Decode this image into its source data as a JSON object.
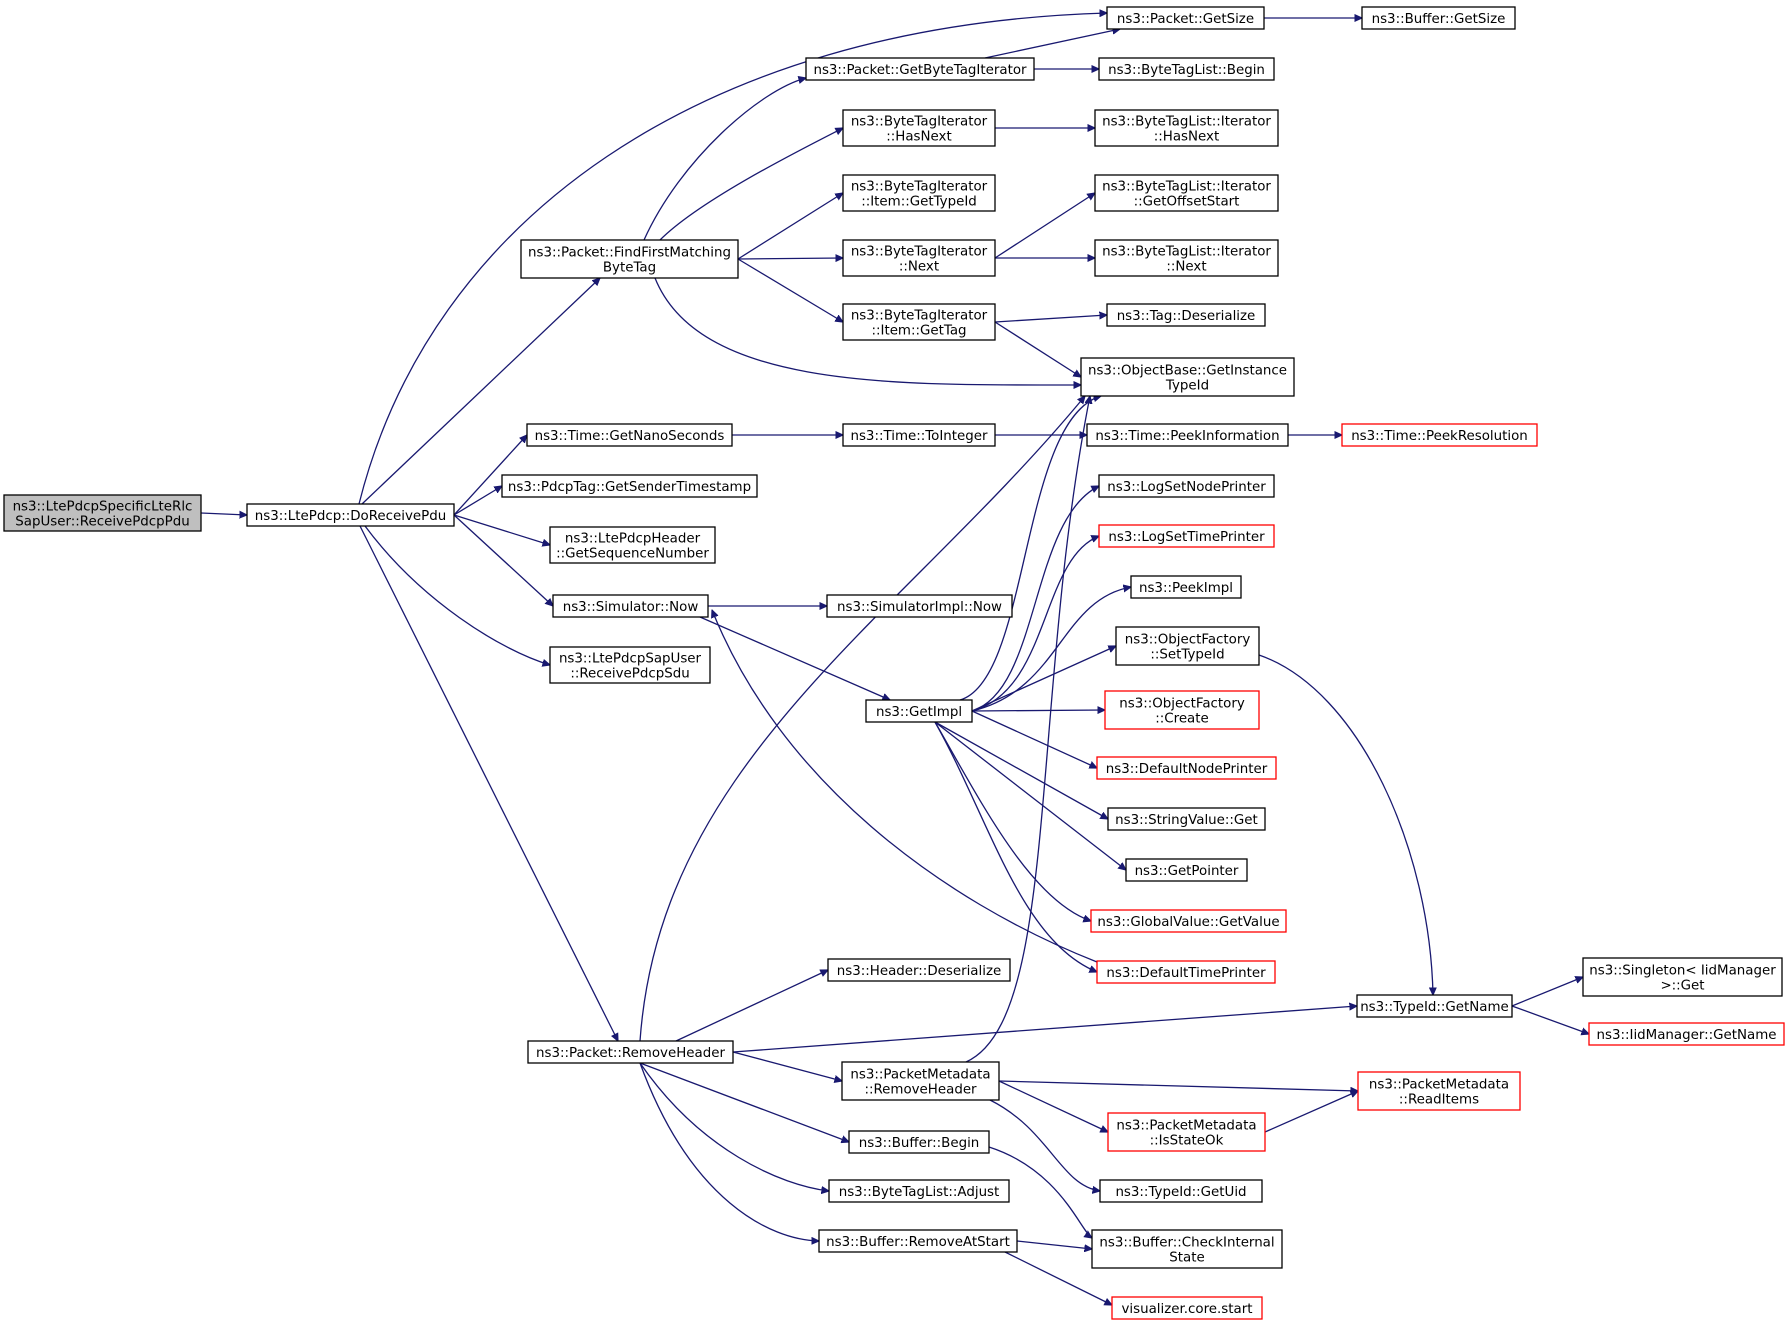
{
  "nodes": [
    {
      "id": "root",
      "lines": [
        "ns3::LtePdcpSpecificLteRlc",
        "SapUser::ReceivePdcpPdu"
      ],
      "style": "root"
    },
    {
      "id": "doReceivePdu",
      "lines": [
        "ns3::LtePdcp::DoReceivePdu"
      ],
      "style": "normal"
    },
    {
      "id": "packetGetSize",
      "lines": [
        "ns3::Packet::GetSize"
      ],
      "style": "normal"
    },
    {
      "id": "bufferGetSize",
      "lines": [
        "ns3::Buffer::GetSize"
      ],
      "style": "normal"
    },
    {
      "id": "getByteTagIterator",
      "lines": [
        "ns3::Packet::GetByteTagIterator"
      ],
      "style": "normal"
    },
    {
      "id": "byteTagListBegin",
      "lines": [
        "ns3::ByteTagList::Begin"
      ],
      "style": "normal"
    },
    {
      "id": "btiHasNext",
      "lines": [
        "ns3::ByteTagIterator",
        "::HasNext"
      ],
      "style": "normal"
    },
    {
      "id": "btlIterHasNext",
      "lines": [
        "ns3::ByteTagList::Iterator",
        "::HasNext"
      ],
      "style": "normal"
    },
    {
      "id": "btiItemGetTypeId",
      "lines": [
        "ns3::ByteTagIterator",
        "::Item::GetTypeId"
      ],
      "style": "normal"
    },
    {
      "id": "btlIterGetOffsetStart",
      "lines": [
        "ns3::ByteTagList::Iterator",
        "::GetOffsetStart"
      ],
      "style": "normal"
    },
    {
      "id": "findFirstMatching",
      "lines": [
        "ns3::Packet::FindFirstMatching",
        "ByteTag"
      ],
      "style": "normal"
    },
    {
      "id": "btiNext",
      "lines": [
        "ns3::ByteTagIterator",
        "::Next"
      ],
      "style": "normal"
    },
    {
      "id": "btlIterNext",
      "lines": [
        "ns3::ByteTagList::Iterator",
        "::Next"
      ],
      "style": "normal"
    },
    {
      "id": "btiItemGetTag",
      "lines": [
        "ns3::ByteTagIterator",
        "::Item::GetTag"
      ],
      "style": "normal"
    },
    {
      "id": "tagDeserialize",
      "lines": [
        "ns3::Tag::Deserialize"
      ],
      "style": "normal"
    },
    {
      "id": "getInstanceTypeId",
      "lines": [
        "ns3::ObjectBase::GetInstance",
        "TypeId"
      ],
      "style": "normal"
    },
    {
      "id": "timeGetNanoSeconds",
      "lines": [
        "ns3::Time::GetNanoSeconds"
      ],
      "style": "normal"
    },
    {
      "id": "timeToInteger",
      "lines": [
        "ns3::Time::ToInteger"
      ],
      "style": "normal"
    },
    {
      "id": "timePeekInformation",
      "lines": [
        "ns3::Time::PeekInformation"
      ],
      "style": "normal"
    },
    {
      "id": "timePeekResolution",
      "lines": [
        "ns3::Time::PeekResolution"
      ],
      "style": "red"
    },
    {
      "id": "pdcpTagGetSenderTimestamp",
      "lines": [
        "ns3::PdcpTag::GetSenderTimestamp"
      ],
      "style": "normal"
    },
    {
      "id": "logSetNodePrinter",
      "lines": [
        "ns3::LogSetNodePrinter"
      ],
      "style": "normal"
    },
    {
      "id": "ltePdcpHeaderGetSeq",
      "lines": [
        "ns3::LtePdcpHeader",
        "::GetSequenceNumber"
      ],
      "style": "normal"
    },
    {
      "id": "logSetTimePrinter",
      "lines": [
        "ns3::LogSetTimePrinter"
      ],
      "style": "red"
    },
    {
      "id": "peekImpl",
      "lines": [
        "ns3::PeekImpl"
      ],
      "style": "normal"
    },
    {
      "id": "simulatorNow",
      "lines": [
        "ns3::Simulator::Now"
      ],
      "style": "normal"
    },
    {
      "id": "simulatorImplNow",
      "lines": [
        "ns3::SimulatorImpl::Now"
      ],
      "style": "normal"
    },
    {
      "id": "objectFactorySetTypeId",
      "lines": [
        "ns3::ObjectFactory",
        "::SetTypeId"
      ],
      "style": "normal"
    },
    {
      "id": "ltePdcpSapUserReceivePdcpSdu",
      "lines": [
        "ns3::LtePdcpSapUser",
        "::ReceivePdcpSdu"
      ],
      "style": "normal"
    },
    {
      "id": "getImpl",
      "lines": [
        "ns3::GetImpl"
      ],
      "style": "normal"
    },
    {
      "id": "objectFactoryCreate",
      "lines": [
        "ns3::ObjectFactory",
        "::Create"
      ],
      "style": "red"
    },
    {
      "id": "defaultNodePrinter",
      "lines": [
        "ns3::DefaultNodePrinter"
      ],
      "style": "red"
    },
    {
      "id": "stringValueGet",
      "lines": [
        "ns3::StringValue::Get"
      ],
      "style": "normal"
    },
    {
      "id": "getPointer",
      "lines": [
        "ns3::GetPointer"
      ],
      "style": "normal"
    },
    {
      "id": "globalValueGetValue",
      "lines": [
        "ns3::GlobalValue::GetValue"
      ],
      "style": "red"
    },
    {
      "id": "headerDeserialize",
      "lines": [
        "ns3::Header::Deserialize"
      ],
      "style": "normal"
    },
    {
      "id": "defaultTimePrinter",
      "lines": [
        "ns3::DefaultTimePrinter"
      ],
      "style": "red"
    },
    {
      "id": "singletonGet",
      "lines": [
        "ns3::Singleton< IidManager",
        ">::Get"
      ],
      "style": "normal"
    },
    {
      "id": "typeIdGetName",
      "lines": [
        "ns3::TypeId::GetName"
      ],
      "style": "normal"
    },
    {
      "id": "packetRemoveHeader",
      "lines": [
        "ns3::Packet::RemoveHeader"
      ],
      "style": "normal"
    },
    {
      "id": "iidManagerGetName",
      "lines": [
        "ns3::IidManager::GetName"
      ],
      "style": "red"
    },
    {
      "id": "packetMetadataRemoveHeader",
      "lines": [
        "ns3::PacketMetadata",
        "::RemoveHeader"
      ],
      "style": "normal"
    },
    {
      "id": "packetMetadataReadItems",
      "lines": [
        "ns3::PacketMetadata",
        "::ReadItems"
      ],
      "style": "red"
    },
    {
      "id": "packetMetadataIsStateOk",
      "lines": [
        "ns3::PacketMetadata",
        "::IsStateOk"
      ],
      "style": "red"
    },
    {
      "id": "bufferBegin",
      "lines": [
        "ns3::Buffer::Begin"
      ],
      "style": "normal"
    },
    {
      "id": "byteTagListAdjust",
      "lines": [
        "ns3::ByteTagList::Adjust"
      ],
      "style": "normal"
    },
    {
      "id": "typeIdGetUid",
      "lines": [
        "ns3::TypeId::GetUid"
      ],
      "style": "normal"
    },
    {
      "id": "bufferRemoveAtStart",
      "lines": [
        "ns3::Buffer::RemoveAtStart"
      ],
      "style": "normal"
    },
    {
      "id": "bufferCheckInternalState",
      "lines": [
        "ns3::Buffer::CheckInternal",
        "State"
      ],
      "style": "normal"
    },
    {
      "id": "visualizerCoreStart",
      "lines": [
        "visualizer.core.start"
      ],
      "style": "red"
    }
  ],
  "edges": [
    [
      "root",
      "doReceivePdu"
    ],
    [
      "doReceivePdu",
      "packetGetSize"
    ],
    [
      "doReceivePdu",
      "findFirstMatching"
    ],
    [
      "doReceivePdu",
      "timeGetNanoSeconds"
    ],
    [
      "doReceivePdu",
      "pdcpTagGetSenderTimestamp"
    ],
    [
      "doReceivePdu",
      "ltePdcpHeaderGetSeq"
    ],
    [
      "doReceivePdu",
      "simulatorNow"
    ],
    [
      "doReceivePdu",
      "ltePdcpSapUserReceivePdcpSdu"
    ],
    [
      "doReceivePdu",
      "packetRemoveHeader"
    ],
    [
      "packetGetSize",
      "bufferGetSize"
    ],
    [
      "getByteTagIterator",
      "packetGetSize"
    ],
    [
      "getByteTagIterator",
      "byteTagListBegin"
    ],
    [
      "btiHasNext",
      "btlIterHasNext"
    ],
    [
      "btiNext",
      "btlIterGetOffsetStart"
    ],
    [
      "btiNext",
      "btlIterNext"
    ],
    [
      "btiItemGetTag",
      "tagDeserialize"
    ],
    [
      "btiItemGetTag",
      "getInstanceTypeId"
    ],
    [
      "findFirstMatching",
      "getByteTagIterator"
    ],
    [
      "findFirstMatching",
      "btiHasNext"
    ],
    [
      "findFirstMatching",
      "btiItemGetTypeId"
    ],
    [
      "findFirstMatching",
      "btiNext"
    ],
    [
      "findFirstMatching",
      "btiItemGetTag"
    ],
    [
      "findFirstMatching",
      "getInstanceTypeId"
    ],
    [
      "timeGetNanoSeconds",
      "timeToInteger"
    ],
    [
      "timeToInteger",
      "timePeekInformation"
    ],
    [
      "timePeekInformation",
      "timePeekResolution"
    ],
    [
      "simulatorNow",
      "simulatorImplNow"
    ],
    [
      "simulatorNow",
      "getImpl"
    ],
    [
      "getImpl",
      "logSetNodePrinter"
    ],
    [
      "getImpl",
      "logSetTimePrinter"
    ],
    [
      "getImpl",
      "peekImpl"
    ],
    [
      "getImpl",
      "objectFactorySetTypeId"
    ],
    [
      "getImpl",
      "objectFactoryCreate"
    ],
    [
      "getImpl",
      "defaultNodePrinter"
    ],
    [
      "getImpl",
      "stringValueGet"
    ],
    [
      "getImpl",
      "getPointer"
    ],
    [
      "getImpl",
      "globalValueGetValue"
    ],
    [
      "getImpl",
      "defaultTimePrinter"
    ],
    [
      "getImpl",
      "getInstanceTypeId"
    ],
    [
      "defaultTimePrinter",
      "simulatorNow"
    ],
    [
      "objectFactorySetTypeId",
      "typeIdGetName"
    ],
    [
      "typeIdGetName",
      "singletonGet"
    ],
    [
      "typeIdGetName",
      "iidManagerGetName"
    ],
    [
      "packetRemoveHeader",
      "getInstanceTypeId"
    ],
    [
      "packetRemoveHeader",
      "headerDeserialize"
    ],
    [
      "packetRemoveHeader",
      "typeIdGetName"
    ],
    [
      "packetRemoveHeader",
      "packetMetadataRemoveHeader"
    ],
    [
      "packetRemoveHeader",
      "bufferBegin"
    ],
    [
      "packetRemoveHeader",
      "byteTagListAdjust"
    ],
    [
      "packetRemoveHeader",
      "bufferRemoveAtStart"
    ],
    [
      "packetMetadataRemoveHeader",
      "getInstanceTypeId"
    ],
    [
      "packetMetadataRemoveHeader",
      "packetMetadataReadItems"
    ],
    [
      "packetMetadataRemoveHeader",
      "packetMetadataIsStateOk"
    ],
    [
      "packetMetadataRemoveHeader",
      "typeIdGetUid"
    ],
    [
      "packetMetadataIsStateOk",
      "packetMetadataReadItems"
    ],
    [
      "bufferBegin",
      "bufferCheckInternalState"
    ],
    [
      "bufferRemoveAtStart",
      "bufferCheckInternalState"
    ],
    [
      "bufferRemoveAtStart",
      "visualizerCoreStart"
    ]
  ],
  "colors": {
    "edge": "#191970",
    "node_border": "#000000",
    "node_border_external": "#ff0000",
    "root_fill": "#bfbfbf",
    "node_fill": "#ffffff"
  }
}
